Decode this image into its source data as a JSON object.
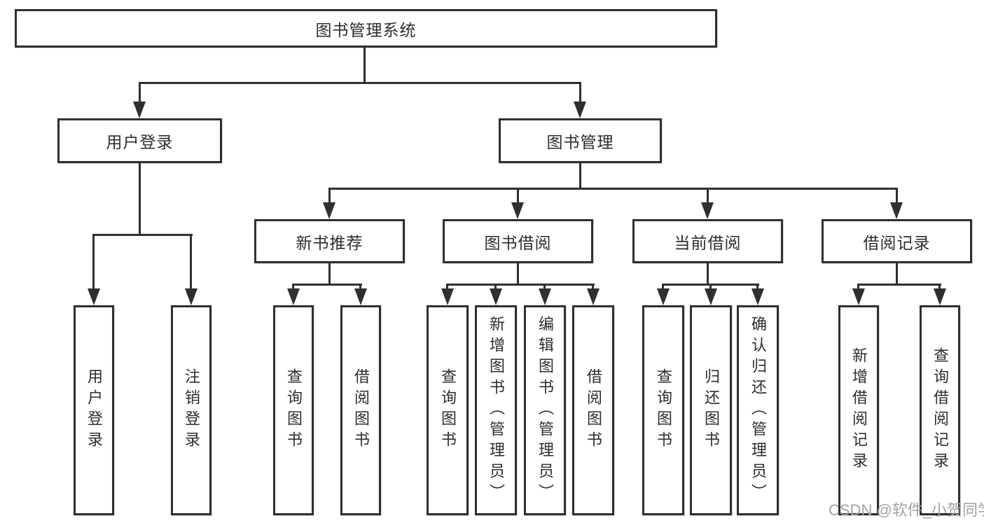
{
  "diagram": {
    "root": "图书管理系统",
    "level2": {
      "user_login": "用户登录",
      "book_mgmt": "图书管理"
    },
    "level3": {
      "new_books": "新书推荐",
      "borrow": "图书借阅",
      "current": "当前借阅",
      "records": "借阅记录"
    },
    "leaves": {
      "user_login": [
        "用户登录",
        "注销登录"
      ],
      "new_books": [
        "查询图书",
        "借阅图书"
      ],
      "borrow": [
        "查询图书",
        "新增图书（管理员）",
        "编辑图书（管理员）",
        "借阅图书"
      ],
      "current": [
        "查询图书",
        "归还图书",
        "确认归还（管理员）"
      ],
      "records": [
        "新增借阅记录",
        "查询借阅记录"
      ]
    }
  },
  "watermark": "CSDN @软件_小贺同学",
  "colors": {
    "line": "#2f2f2f",
    "text": "#2d2d2d",
    "watermark": "#a2a2a6",
    "background": "#ffffff"
  }
}
